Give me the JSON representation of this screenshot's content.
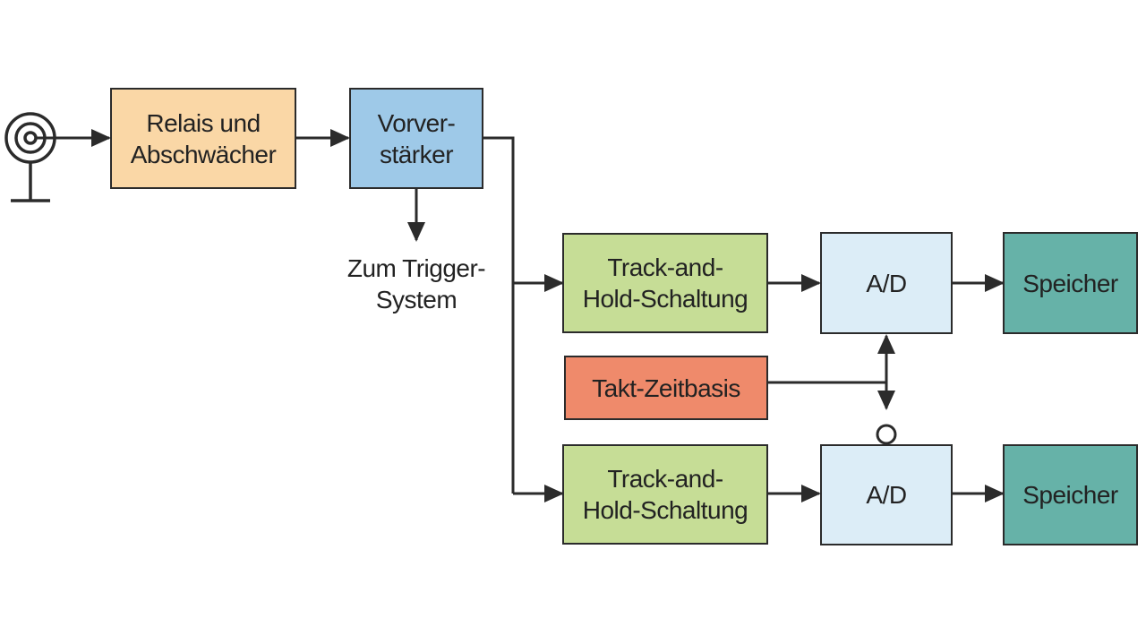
{
  "colors": {
    "relais": "#fad7a6",
    "vorverstaerker": "#9ec9e8",
    "track_hold": "#c6dd96",
    "ad": "#dcedf7",
    "speicher": "#66b2a8",
    "takt": "#ef8a6b",
    "line": "#2b2b2b"
  },
  "icons": {
    "antenna": "antenna-icon"
  },
  "blocks": {
    "relais": "Relais und\nAbschwächer",
    "vorverstaerker": "Vorver-\nstärker",
    "track_hold_top": "Track-and-\nHold-Schaltung",
    "track_hold_bottom": "Track-and-\nHold-Schaltung",
    "ad_top": "A/D",
    "ad_bottom": "A/D",
    "speicher_top": "Speicher",
    "speicher_bottom": "Speicher",
    "takt": "Takt-Zeitbasis"
  },
  "trigger_label": "Zum Trigger-\nSystem"
}
